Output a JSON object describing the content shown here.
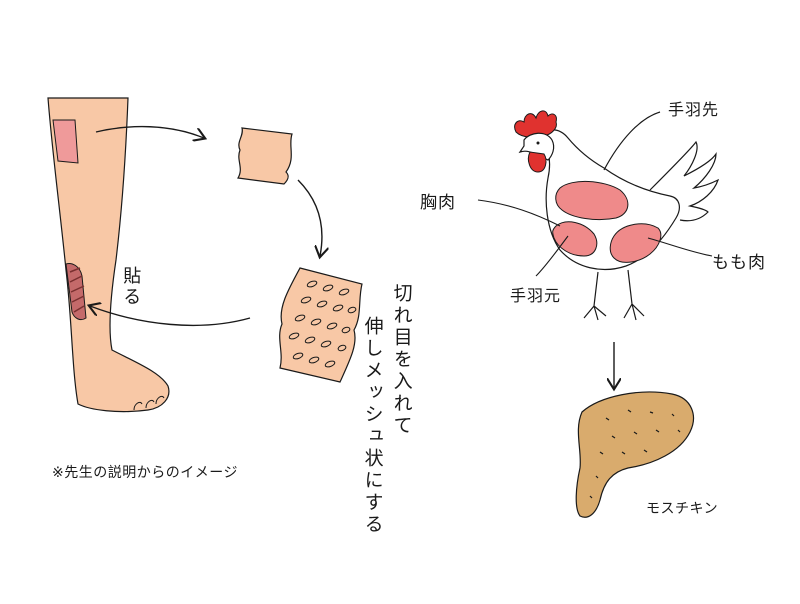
{
  "labels": {
    "paste": "貼る",
    "instruction_line1": "切れ目を入れて",
    "instruction_line2": "伸しメッシュ状にする",
    "note": "※先生の説明からのイメージ",
    "wing_tip": "手羽先",
    "breast": "胸肉",
    "thigh": "もも肉",
    "wing_root": "手羽元",
    "mos_chicken": "モスチキン"
  },
  "colors": {
    "skin": "#f8c8a6",
    "patch": "#ef9a9a",
    "wound": "#b85a5a",
    "comb": "#e0322f",
    "meat": "#ef8a8a",
    "fried": "#d9ab6d",
    "ink": "#1a1a1a"
  }
}
